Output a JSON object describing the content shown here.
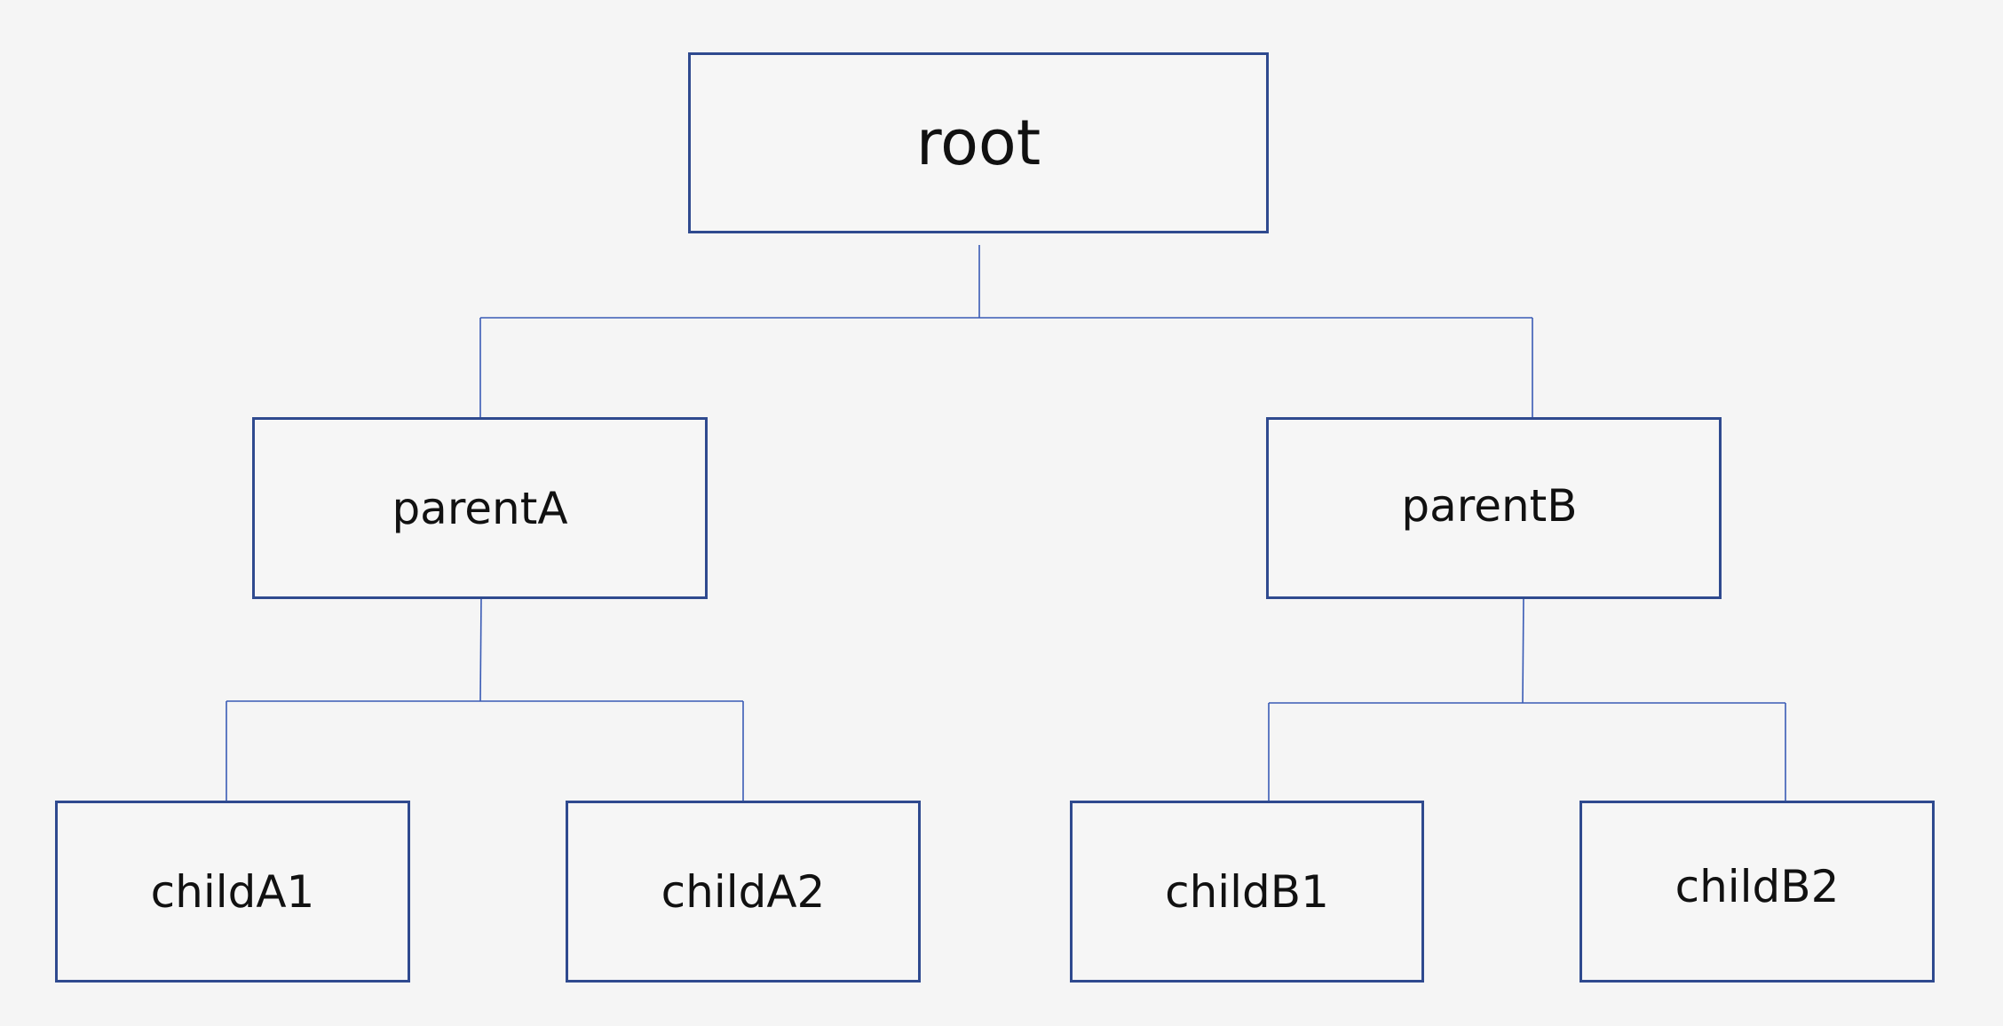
{
  "diagram": {
    "type": "tree",
    "colors": {
      "background": "#f5f5f5",
      "box_border": "#2f4a8f",
      "connector": "#3a5bb5",
      "text": "#111111"
    },
    "nodes": {
      "root": "root",
      "parentA": "parentA",
      "parentB": "parentB",
      "childA1": "childA1",
      "childA2": "childA2",
      "childB1": "childB1",
      "childB2": "childB2"
    },
    "edges": [
      [
        "root",
        "parentA"
      ],
      [
        "root",
        "parentB"
      ],
      [
        "parentA",
        "childA1"
      ],
      [
        "parentA",
        "childA2"
      ],
      [
        "parentB",
        "childB1"
      ],
      [
        "parentB",
        "childB2"
      ]
    ]
  }
}
